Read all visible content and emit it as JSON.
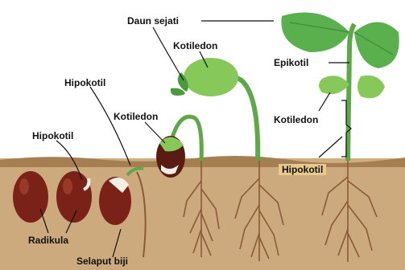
{
  "labels": {
    "daun_sejati": "Daun sejati",
    "kotiledon_top": "Kotiledon",
    "hipokotil_mid": "Hipokotil",
    "kotiledon_mid": "Kotiledon",
    "hipokotil_left": "Hipokotil",
    "radikula": "Radikula",
    "selaput_biji": "Selaput biji",
    "epikotil": "Epikotil",
    "kotiledon_right": "Kotiledon",
    "hipokotil_right": "Hipokotil"
  },
  "colors": {
    "soil": "#c9a77a",
    "soil_dark": "#a57e52",
    "seed": "#7a2218",
    "stem": "#5fa84a",
    "leaf": "#5bb04e",
    "cotyledon": "#86c95a",
    "root": "#8a5a3a",
    "label_box": "#e9c98c"
  }
}
